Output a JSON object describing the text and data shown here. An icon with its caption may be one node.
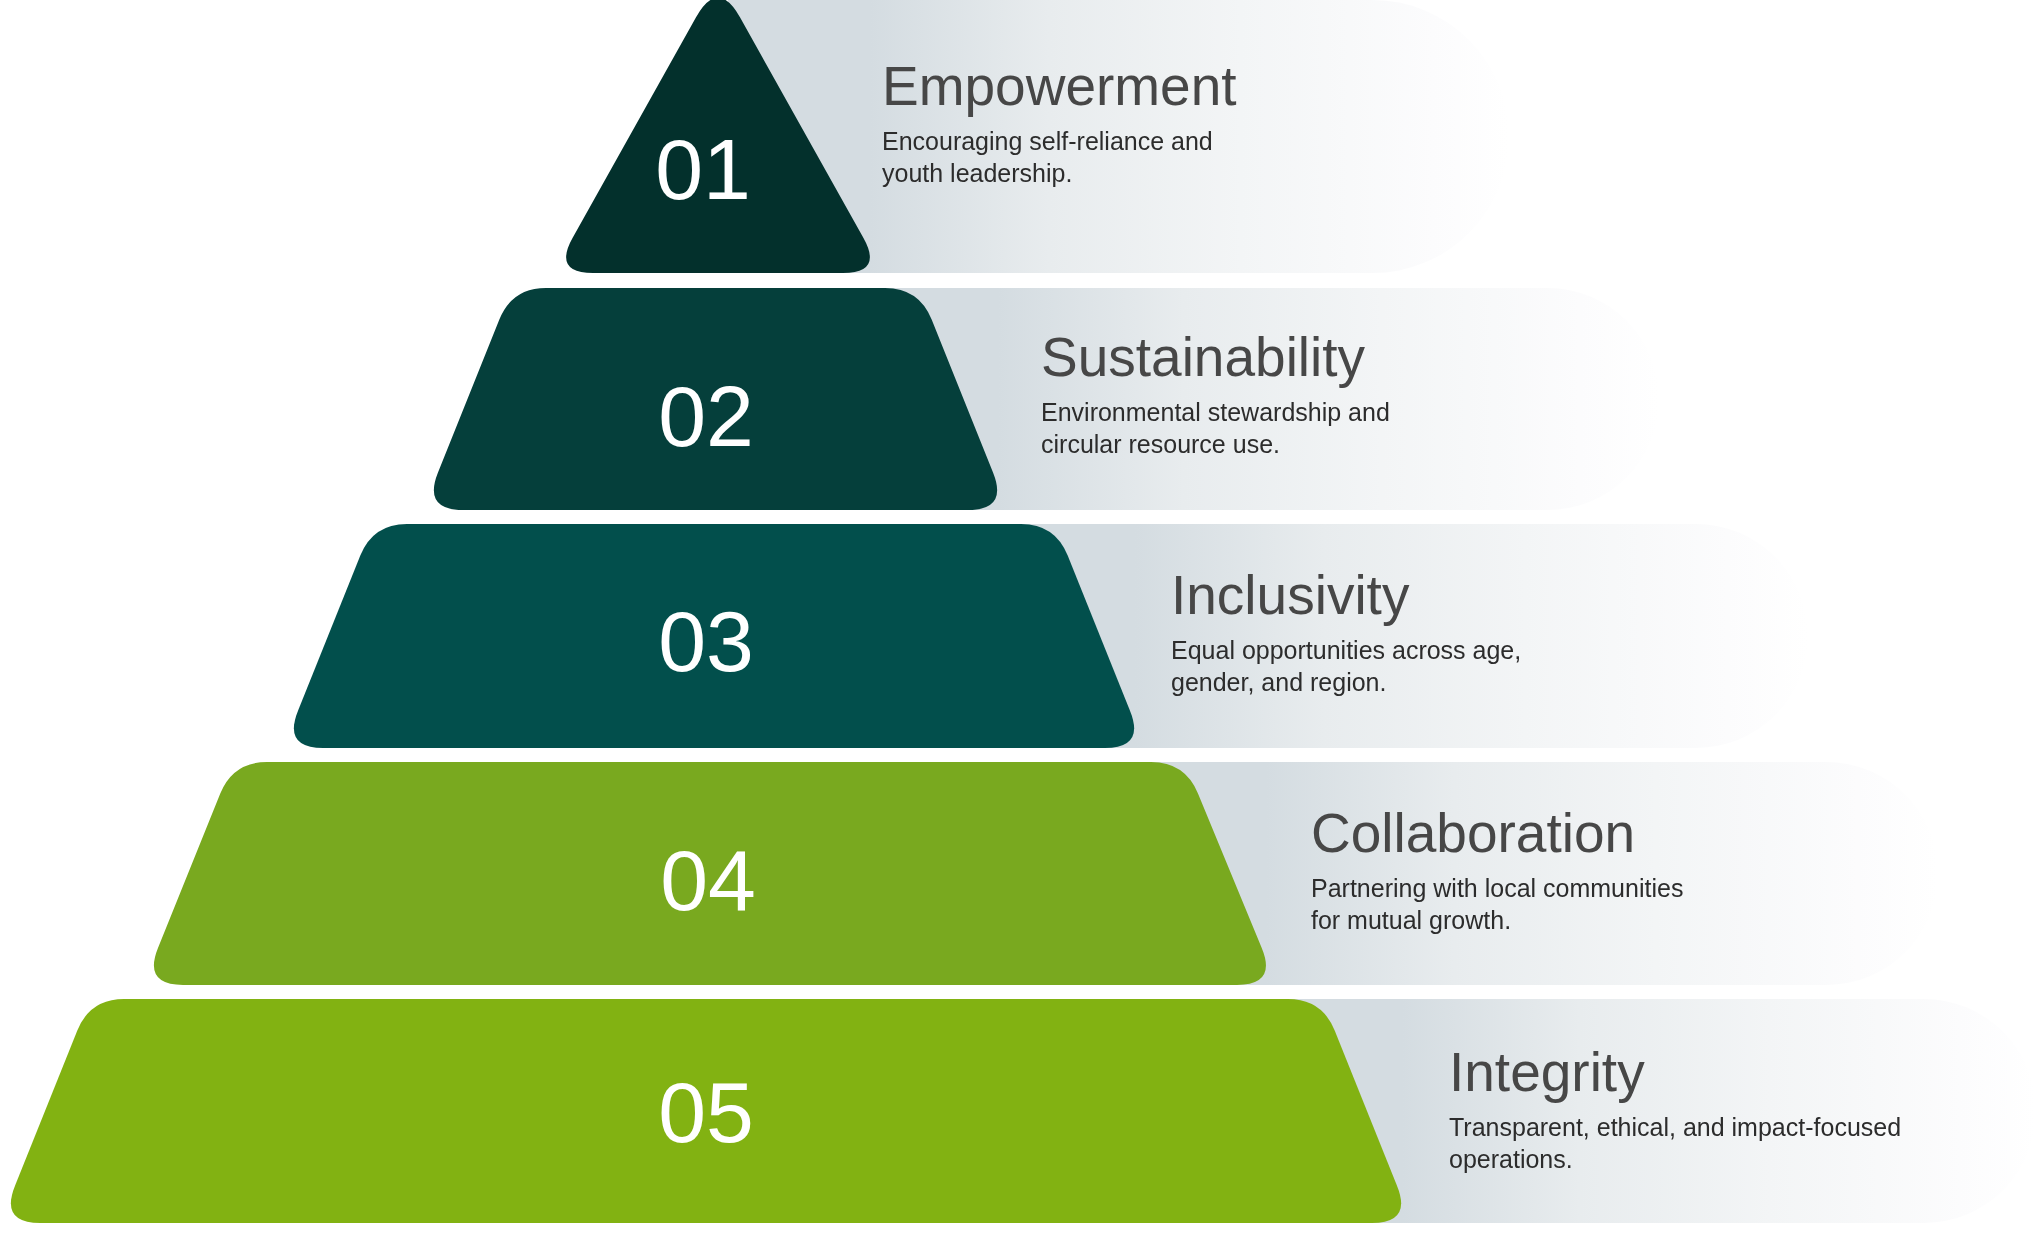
{
  "diagram": {
    "nodes": [
      {
        "text": [
          "01"
        ]
      },
      {
        "text": [
          "Empowerment",
          "Encouraging self-reliance and youth leadership."
        ]
      },
      {
        "text": [
          "02"
        ]
      },
      {
        "text": [
          "Sustainability",
          "Environmental stewardship and circular resource use."
        ]
      },
      {
        "text": [
          "03"
        ]
      },
      {
        "text": [
          "Inclusivity",
          "Equal opportunities across age, gender, and region."
        ]
      },
      {
        "text": [
          "04"
        ]
      },
      {
        "text": [
          "Collaboration",
          "Partnering with local communities for mutual growth."
        ]
      },
      {
        "text": [
          "05"
        ]
      },
      {
        "text": [
          "Integrity",
          "Transparent, ethical, and impact-focused operations."
        ]
      }
    ]
  }
}
